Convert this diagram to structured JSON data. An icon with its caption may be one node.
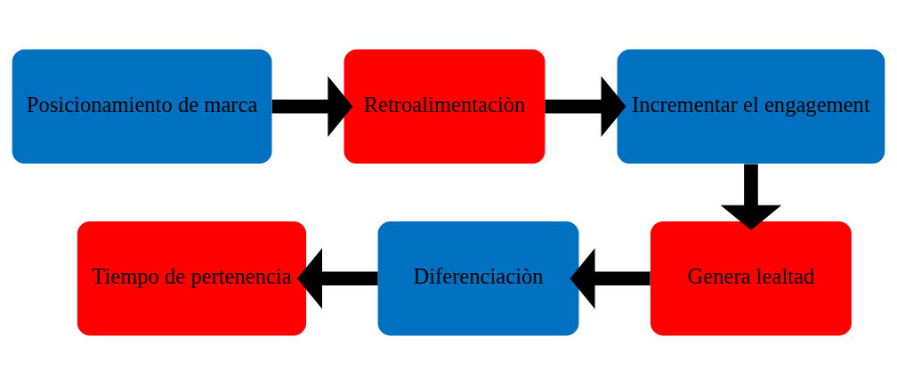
{
  "diagram": {
    "nodes": [
      {
        "text": [
          "Posicionamiento de marca"
        ]
      },
      {
        "text": [
          "Retroalimentaciòn"
        ]
      },
      {
        "text": [
          "Incrementar el engagement"
        ]
      },
      {
        "text": [
          "Genera lealtad"
        ]
      },
      {
        "text": [
          "Diferenciaciòn"
        ]
      },
      {
        "text": [
          "Tiempo de pertenencia"
        ]
      }
    ],
    "edges": [
      {
        "from": 0,
        "to": 1,
        "arrow": "to"
      },
      {
        "from": 1,
        "to": 2,
        "arrow": "to"
      },
      {
        "from": 2,
        "to": 3,
        "arrow": "to"
      },
      {
        "from": 3,
        "to": 4,
        "arrow": "to"
      },
      {
        "from": 4,
        "to": 5,
        "arrow": "to"
      }
    ]
  }
}
